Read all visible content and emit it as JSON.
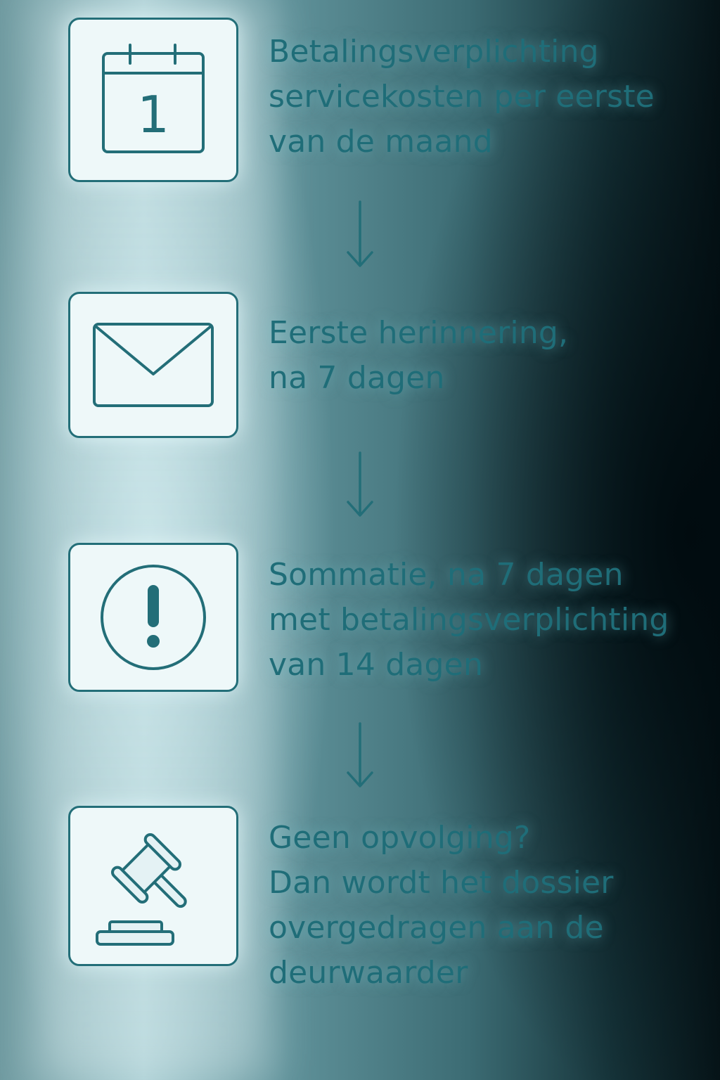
{
  "flow": {
    "steps": [
      {
        "icon": "calendar-icon",
        "icon_label": "1",
        "lines": [
          "Betalingsverplichting",
          "servicekosten per eerste",
          "van de maand"
        ]
      },
      {
        "icon": "envelope-icon",
        "lines": [
          "Eerste herinnering,",
          "na 7 dagen"
        ]
      },
      {
        "icon": "exclamation-circle-icon",
        "lines": [
          "Sommatie, na 7 dagen",
          "met betalingsverplichting",
          "van 14 dagen"
        ]
      },
      {
        "icon": "gavel-icon",
        "lines": [
          "Geen opvolging?",
          "Dan wordt het dossier",
          "overgedragen aan de",
          "deurwaarder"
        ]
      }
    ],
    "connector": "arrow-down-icon"
  },
  "colors": {
    "accent": "#236e78",
    "box_fill": "#eef8f9",
    "text": "#1f6d78"
  }
}
